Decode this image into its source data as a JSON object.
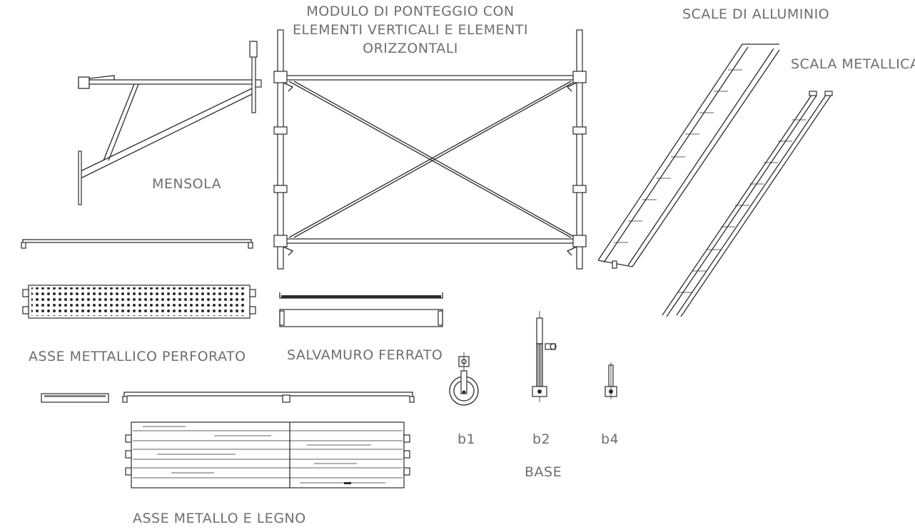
{
  "labels": {
    "modulo_line1": "MODULO DI PONTEGGIO CON",
    "modulo_line2": "ELEMENTI VERTICALI E ELEMENTI",
    "modulo_line3": "ORIZZONTALI",
    "scale_alluminio": "SCALE DI ALLUMINIO",
    "scala_metallica": "SCALA METALLICA",
    "mensola": "MENSOLA",
    "asse_perforato": "ASSE METTALLICO PERFORATO",
    "salvamuro": "SALVAMURO FERRATO",
    "base_b1": "b1",
    "base_b2": "b2",
    "base_b4": "b4",
    "base": "BASE",
    "asse_legno": "ASSE METALLO E LEGNO"
  }
}
